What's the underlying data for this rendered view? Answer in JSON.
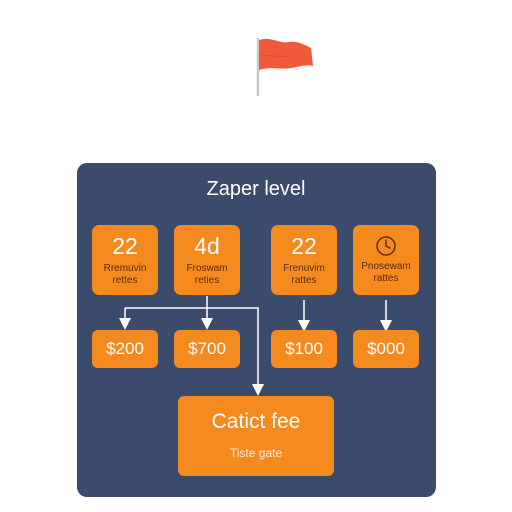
{
  "diagram": {
    "title": "Zaper level",
    "colors": {
      "panel": "#3a4b6b",
      "node": "#f58a1f",
      "flag": "#f05a3a",
      "connector": "#ffffff"
    },
    "top_nodes": [
      {
        "value": "22",
        "label_line1": "Rremuvin",
        "label_line2": "rettes"
      },
      {
        "value": "4d",
        "label_line1": "Froswam",
        "label_line2": "reties"
      },
      {
        "value": "22",
        "label_line1": "Frenuvim",
        "label_line2": "rattes"
      },
      {
        "icon": "clock-icon",
        "label_line1": "Pnosewam",
        "label_line2": "rattes"
      }
    ],
    "amount_nodes": [
      "$200",
      "$700",
      "$100",
      "$000"
    ],
    "result_node": {
      "title": "Catict fee",
      "subtitle": "Tiste gate"
    }
  }
}
